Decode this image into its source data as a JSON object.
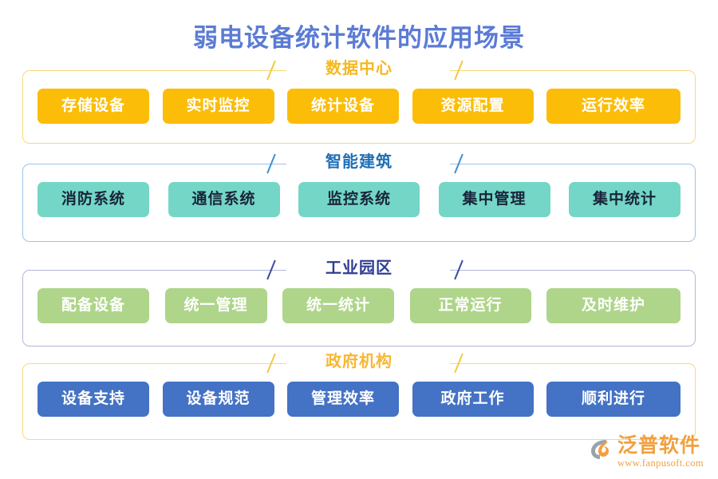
{
  "title": "弱电设备统计软件的应用场景",
  "colors": {
    "title": "#5b7bd5",
    "amber_chip": "#fbbd08",
    "amber_label": "#f5b81e",
    "amber_frame": "#f8d97c",
    "teal_chip": "#74d6c6",
    "blue_label": "#1f6fb5",
    "blue_frame": "#9cc3e8",
    "green_chip": "#aed589",
    "navy_label": "#2e3d93",
    "lavender_frame": "#b3b6d8",
    "indigo_chip": "#4472c4",
    "gov_label": "#f7b733",
    "logo": "#f2a03d"
  },
  "sections": [
    {
      "id": "sec1",
      "label": "数据中心",
      "items": [
        {
          "label": "存储设备",
          "size": "w-md"
        },
        {
          "label": "实时监控",
          "size": "w-md"
        },
        {
          "label": "统计设备",
          "size": "w-md"
        },
        {
          "label": "资源配置",
          "size": "w-lg"
        },
        {
          "label": "运行效率",
          "size": "w-xl"
        }
      ]
    },
    {
      "id": "sec2",
      "label": "智能建筑",
      "items": [
        {
          "label": "消防系统",
          "size": "w-md"
        },
        {
          "label": "通信系统",
          "size": "w-md"
        },
        {
          "label": "监控系统",
          "size": "w-lg"
        },
        {
          "label": "集中管理",
          "size": "w-md"
        },
        {
          "label": "集中统计",
          "size": "w-md"
        }
      ]
    },
    {
      "id": "sec3",
      "label": "工业园区",
      "items": [
        {
          "label": "配备设备",
          "size": "w-md"
        },
        {
          "label": "统一管理",
          "size": "w-sm"
        },
        {
          "label": "统一统计",
          "size": "w-md"
        },
        {
          "label": "正常运行",
          "size": "w-lg"
        },
        {
          "label": "及时维护",
          "size": "w-xl"
        }
      ]
    },
    {
      "id": "sec4",
      "label": "政府机构",
      "items": [
        {
          "label": "设备支持",
          "size": "w-md"
        },
        {
          "label": "设备规范",
          "size": "w-md"
        },
        {
          "label": "管理效率",
          "size": "w-md"
        },
        {
          "label": "政府工作",
          "size": "w-lg"
        },
        {
          "label": "顺利进行",
          "size": "w-xl"
        }
      ]
    }
  ],
  "logo": {
    "name": "泛普软件",
    "url": "www.fanpusoft.com",
    "mark": "fanpu-swirl-icon"
  }
}
